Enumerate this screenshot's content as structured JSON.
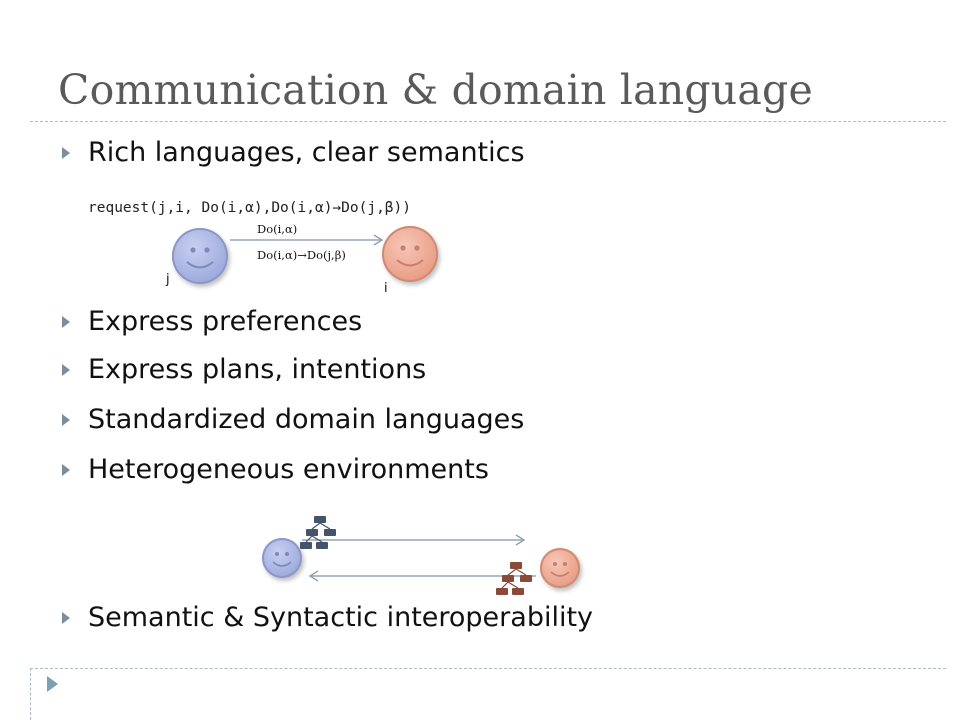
{
  "slide": {
    "title": "Communication & domain language"
  },
  "bullets": [
    "Rich languages, clear semantics",
    "Express preferences",
    "Express plans, intentions",
    "Standardized domain languages",
    "Heterogeneous environments",
    "Semantic & Syntactic interoperability"
  ],
  "code_line": "request(j,i, Do(i,α),Do(i,α)→Do(j,β))",
  "diagram1": {
    "agent_left_label": "j",
    "agent_right_label": "i",
    "message_top": "Do(i,α)",
    "message_bottom": "Do(i,α)→Do(j,β)"
  },
  "colors": {
    "title": "#5a5a5a",
    "rule": "#a9bcc6",
    "bullet_marker": "#7a8f9d",
    "agent_blue": "#a8b3e2",
    "agent_pink": "#eca791",
    "network_blue": "#44546a",
    "network_brown": "#8a4a3a"
  },
  "icons": {
    "bullet": "triangle-right-icon",
    "agent": "smiley-face-icon",
    "network": "network-hierarchy-icon"
  }
}
